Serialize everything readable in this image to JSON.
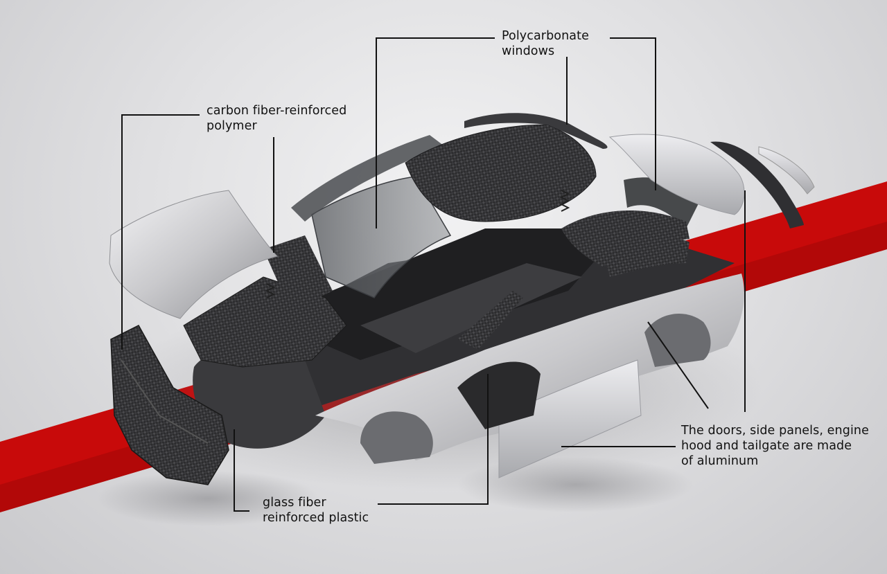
{
  "labels": {
    "polycarbonate": "Polycarbonate\nwindows",
    "carbon_fiber": "carbon fiber-reinforced\npolymer",
    "glass_fiber": "glass fiber\nreinforced plastic",
    "aluminum": "The doors, side panels, engine\nhood and tailgate are made\nof aluminum"
  },
  "colors": {
    "background": "#e3e3e5",
    "stripe": "#c80a0a",
    "aluminum": "#cfcfd2",
    "carbon": "#2e2e30",
    "glass": "#6f7276",
    "leader_line": "#111111"
  }
}
